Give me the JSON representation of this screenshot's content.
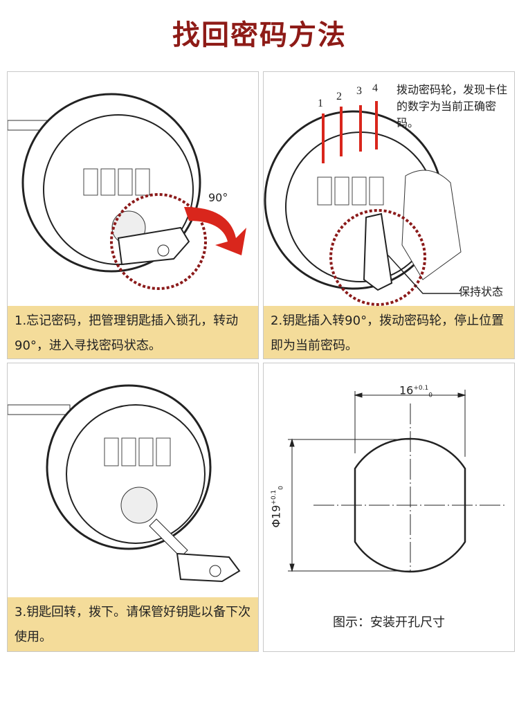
{
  "title": "找回密码方法",
  "panels": [
    {
      "caption": "1.忘记密码，把管理钥匙插入锁孔，转动90°，进入寻找密码状态。",
      "angle_label": "90°"
    },
    {
      "caption": "2.钥匙插入转90°，拨动密码轮，停止位置即为当前密码。",
      "note": "拨动密码轮，发现卡住的数字为当前正确密码。",
      "wheel_numbers": [
        "1",
        "2",
        "3",
        "4"
      ],
      "hold_label": "保持状态"
    },
    {
      "caption": "3.钥匙回转，拨下。请保管好钥匙以备下次使用。"
    },
    {
      "caption": "图示：安装开孔尺寸",
      "width_dim": "16",
      "height_dim": "Φ19",
      "tolerance_upper": "+0.1",
      "tolerance_lower": "0"
    }
  ],
  "colors": {
    "title": "#8e1b17",
    "caption_bg": "#f4dc9a",
    "arrow": "#d9261c"
  }
}
